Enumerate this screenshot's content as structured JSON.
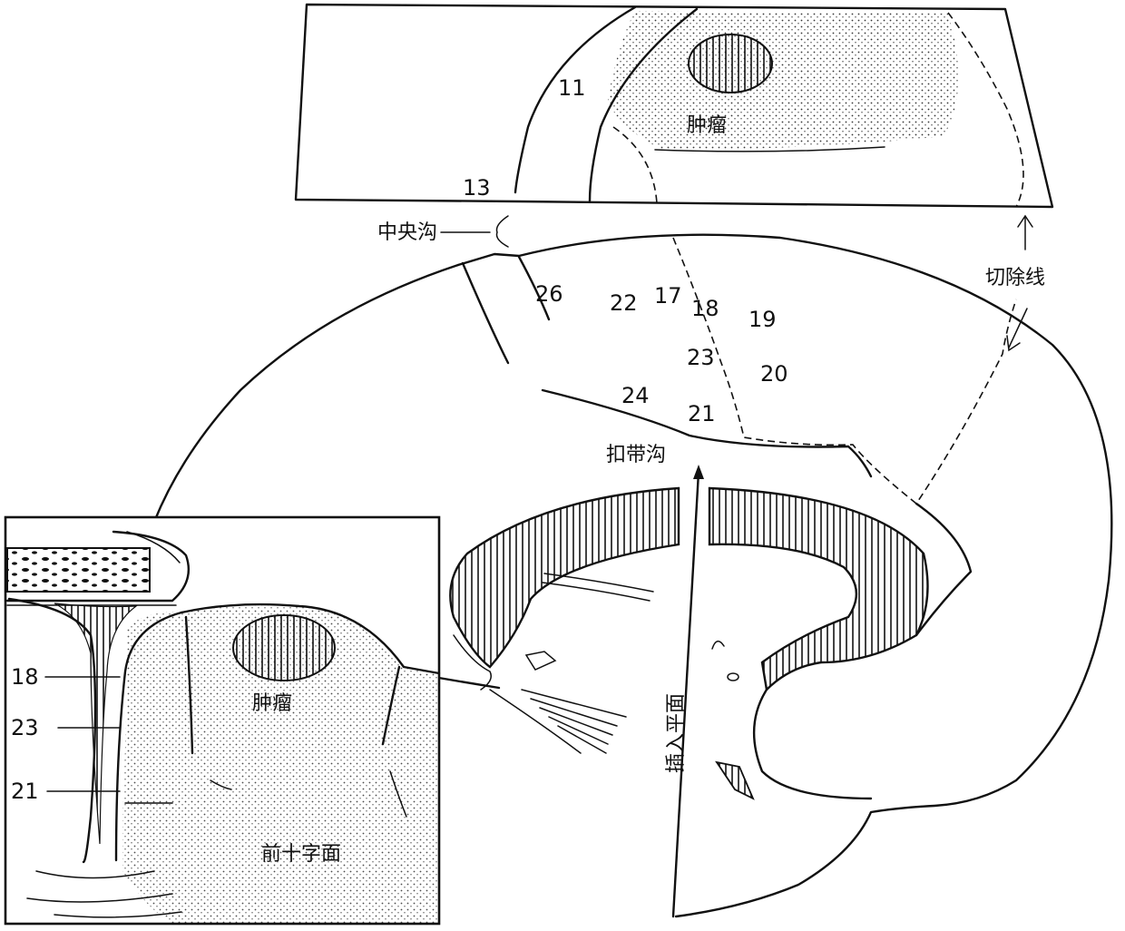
{
  "colors": {
    "ink": "#111111",
    "paper": "#ffffff"
  },
  "labels": {
    "tumor_top": "肿瘤",
    "tumor_inset": "肿瘤",
    "central_sulcus": "中央沟",
    "cingulate_sulcus": "扣带沟",
    "resection_line": "切除线",
    "insertion_plane": "插入平面",
    "anterior_cruciate_plane": "前十字面"
  },
  "area_numbers": {
    "top_11": "11",
    "top_13": "13",
    "n26": "26",
    "n22": "22",
    "n17": "17",
    "n18": "18",
    "n19": "19",
    "n23": "23",
    "n20": "20",
    "n24": "24",
    "n21": "21"
  },
  "inset_numbers": {
    "i18": "18",
    "i23": "23",
    "i21": "21"
  }
}
